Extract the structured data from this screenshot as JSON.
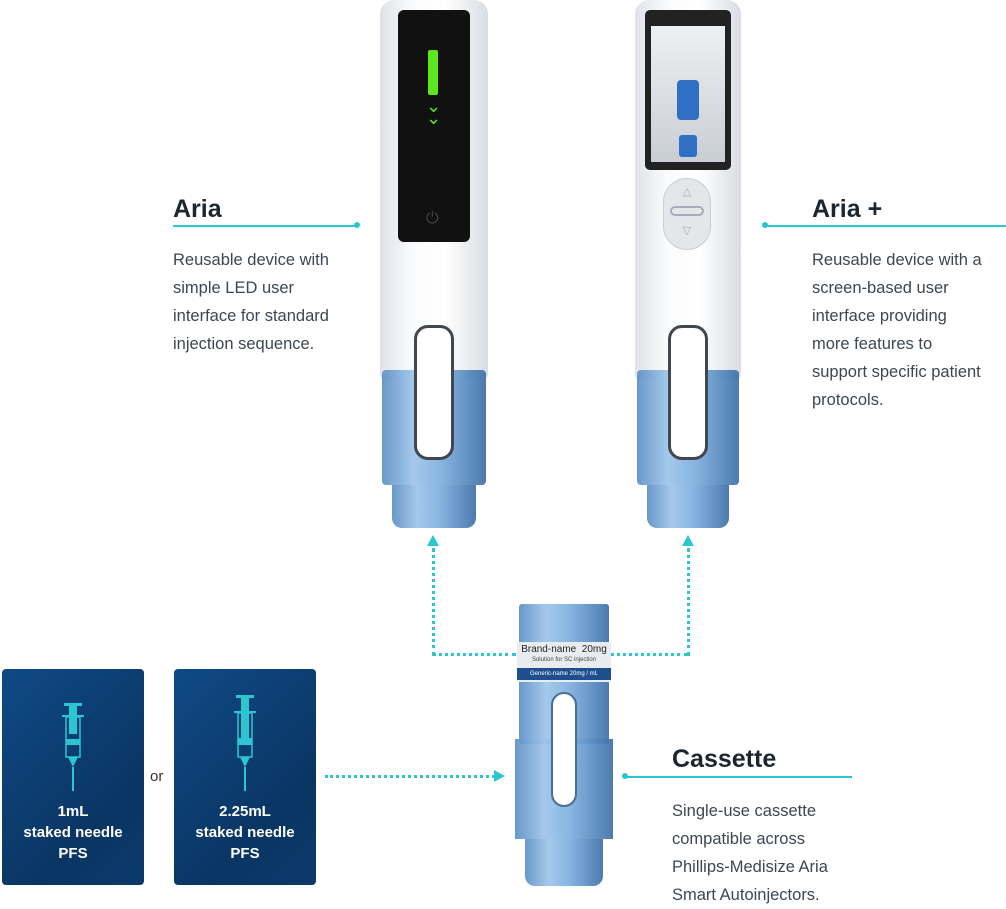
{
  "aria": {
    "title": "Aria",
    "description_lines": [
      "Reusable device with",
      "simple LED user",
      "interface for standard",
      "injection sequence."
    ]
  },
  "aria_plus": {
    "title": "Aria +",
    "description_lines": [
      "Reusable device with a",
      "screen-based user",
      "interface providing",
      "more features to",
      "support specific patient",
      "protocols."
    ]
  },
  "cassette": {
    "title": "Cassette",
    "description_lines": [
      "Single-use cassette",
      "compatible across",
      "Phillips-Medisize Aria",
      "Smart Autoinjectors."
    ],
    "label_brand": "Brand-name  20mg",
    "label_solution": "Solution for SC injection",
    "label_generic": "Generic-name 20mg / mL"
  },
  "pfs_options": [
    {
      "lines": [
        "1mL",
        "staked needle",
        "PFS"
      ]
    },
    {
      "lines": [
        "2.25mL",
        "staked needle",
        "PFS"
      ]
    }
  ],
  "or_label": "or",
  "colors": {
    "accent": "#2cc6d0",
    "card": "#0b3a6b",
    "led": "#5ce61e"
  }
}
